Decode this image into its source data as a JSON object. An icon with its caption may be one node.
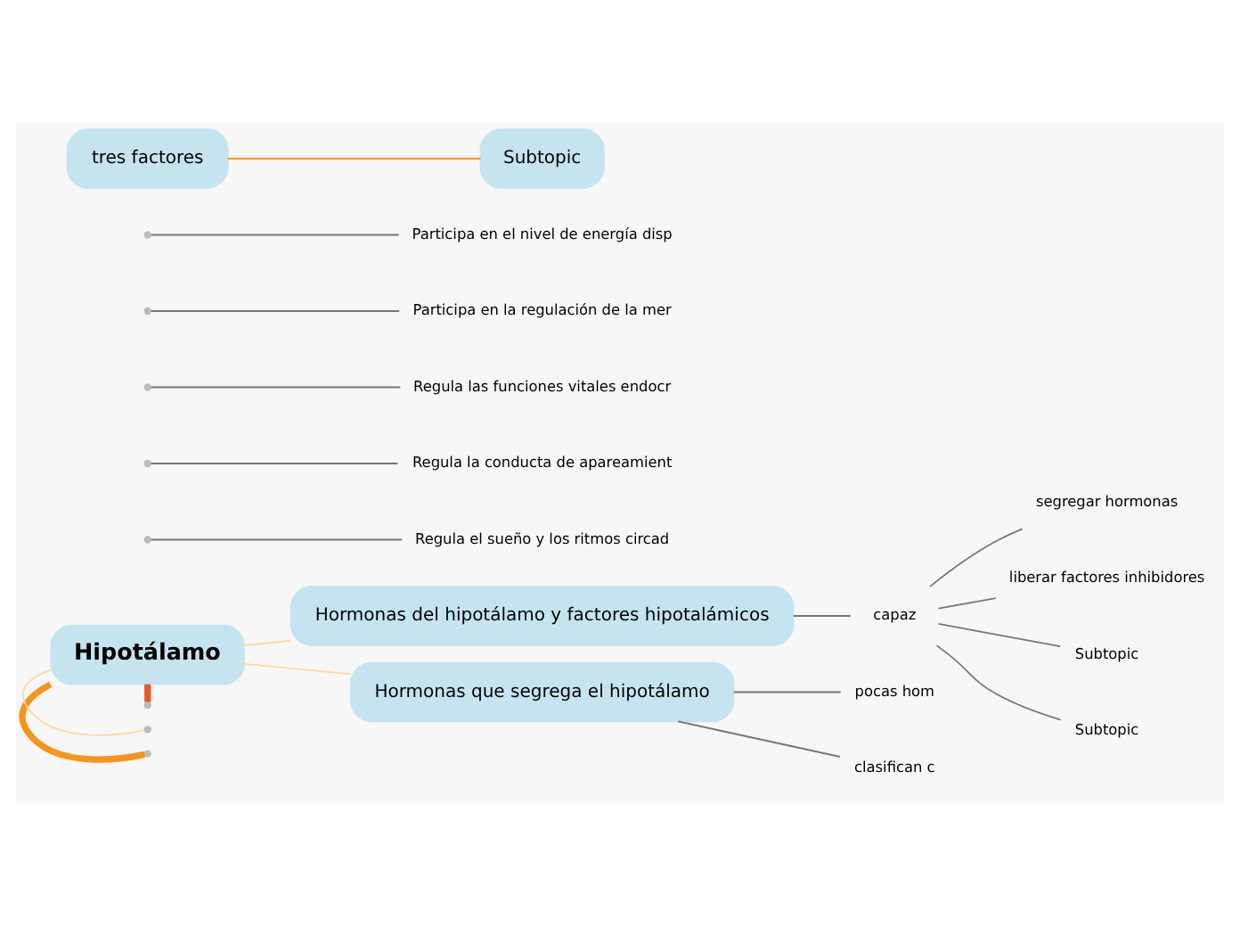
{
  "diagram": {
    "nodes": [
      {
        "text": [
          "Hipotálamo"
        ]
      },
      {
        "text": [
          "Regula el sueño y los ritmos circad"
        ]
      },
      {
        "text": [
          "Regula la conducta de apareamient"
        ]
      },
      {
        "text": [
          "Regula las funciones vitales endocr"
        ]
      },
      {
        "text": [
          "Participa en la regulación de la mer"
        ]
      },
      {
        "text": [
          "Participa en el nivel de energía disp"
        ]
      },
      {
        "text": [
          "Hormonas del hipotálamo y factores hipotalámicos"
        ]
      },
      {
        "text": [
          "capaz"
        ]
      },
      {
        "text": [
          "segregar hormonas"
        ]
      },
      {
        "text": [
          "liberar factores inhibidores"
        ]
      },
      {
        "text": [
          "Subtopic"
        ]
      },
      {
        "text": [
          "Subtopic"
        ]
      },
      {
        "text": [
          "Subtopic"
        ]
      },
      {
        "text": [
          "tres factores"
        ]
      },
      {
        "text": [
          "Hormonas que segrega el hipotálamo"
        ]
      },
      {
        "text": [
          "pocas hom"
        ]
      },
      {
        "text": [
          "clasifican c"
        ]
      }
    ],
    "edges": [
      {
        "from": 0,
        "to": null,
        "arrow": "none",
        "style": "thick",
        "color": "#f7941d"
      },
      {
        "from": null,
        "to": 1,
        "arrow": "none"
      },
      {
        "from": null,
        "to": 2,
        "arrow": "none"
      },
      {
        "from": null,
        "to": 3,
        "arrow": "none"
      },
      {
        "from": null,
        "to": 4,
        "arrow": "none"
      },
      {
        "from": null,
        "to": 5,
        "arrow": "none"
      },
      {
        "from": 0,
        "to": 6,
        "arrow": "none",
        "color": "#fcd9a0"
      },
      {
        "from": 6,
        "to": 7,
        "arrow": "none"
      },
      {
        "from": 7,
        "to": 8,
        "arrow": "none"
      },
      {
        "from": 7,
        "to": 9,
        "arrow": "none"
      },
      {
        "from": 7,
        "to": 10,
        "arrow": "none"
      },
      {
        "from": 7,
        "to": 11,
        "arrow": "none"
      },
      {
        "from": 13,
        "to": 12,
        "arrow": "none",
        "color": "#f7941d"
      },
      {
        "from": 0,
        "to": 14,
        "arrow": "none",
        "color": "#fcd9a0"
      },
      {
        "from": 14,
        "to": 15,
        "arrow": "none"
      },
      {
        "from": 14,
        "to": 16,
        "arrow": "none"
      },
      {
        "from": 0,
        "to": null,
        "arrow": "none",
        "color": "#fcd9a0"
      },
      {
        "from": 0,
        "to": null,
        "arrow": "none",
        "style": "thick",
        "color": "#e8582a"
      }
    ]
  }
}
